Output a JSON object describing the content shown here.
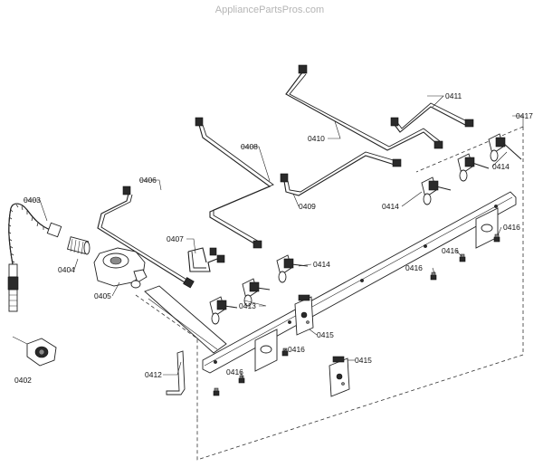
{
  "watermark": "AppliancePartsPros.com",
  "callouts": [
    {
      "id": "c0402",
      "label": "0402"
    },
    {
      "id": "c0403",
      "label": "0403"
    },
    {
      "id": "c0404",
      "label": "0404"
    },
    {
      "id": "c0405",
      "label": "0405"
    },
    {
      "id": "c0406",
      "label": "0406"
    },
    {
      "id": "c0407",
      "label": "0407"
    },
    {
      "id": "c0408",
      "label": "0408"
    },
    {
      "id": "c0409",
      "label": "0409"
    },
    {
      "id": "c0410",
      "label": "0410"
    },
    {
      "id": "c0411",
      "label": "0411"
    },
    {
      "id": "c0412",
      "label": "0412"
    },
    {
      "id": "c0413",
      "label": "0413"
    },
    {
      "id": "c0414a",
      "label": "0414"
    },
    {
      "id": "c0414b",
      "label": "0414"
    },
    {
      "id": "c0414c",
      "label": "0414"
    },
    {
      "id": "c0415a",
      "label": "0415"
    },
    {
      "id": "c0415b",
      "label": "0415"
    },
    {
      "id": "c0416a",
      "label": "0416"
    },
    {
      "id": "c0416b",
      "label": "0416"
    },
    {
      "id": "c0416c",
      "label": "0416"
    },
    {
      "id": "c0416d",
      "label": "0416"
    },
    {
      "id": "c0416e",
      "label": "0416"
    },
    {
      "id": "c0417",
      "label": "0417"
    }
  ]
}
